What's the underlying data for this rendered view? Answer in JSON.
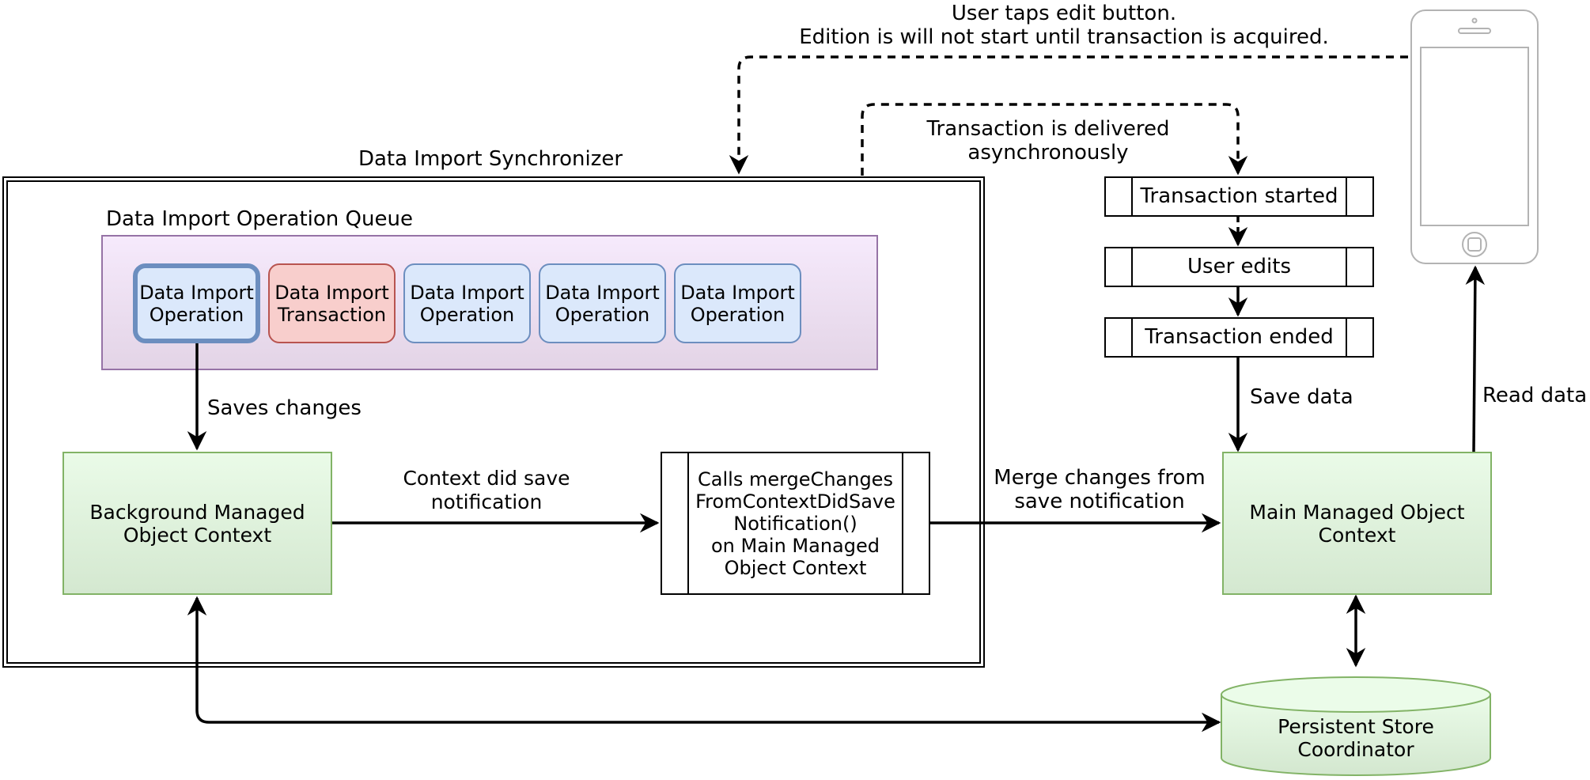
{
  "synchronizer": {
    "title": "Data Import Synchronizer"
  },
  "queue": {
    "title": "Data Import Operation Queue",
    "items": [
      {
        "label": "Data Import\nOperation",
        "kind": "operation",
        "active": true
      },
      {
        "label": "Data Import\nTransaction",
        "kind": "transaction",
        "active": false
      },
      {
        "label": "Data Import\nOperation",
        "kind": "operation",
        "active": false
      },
      {
        "label": "Data Import\nOperation",
        "kind": "operation",
        "active": false
      },
      {
        "label": "Data Import\nOperation",
        "kind": "operation",
        "active": false
      }
    ]
  },
  "nodes": {
    "background_context": "Background Managed\nObject Context",
    "merge_call": "Calls mergeChanges\nFromContextDidSave\nNotification()\non Main Managed\nObject Context",
    "main_context": "Main Managed Object\nContext",
    "persistent_store": "Persistent Store\nCoordinator",
    "transaction_started": "Transaction started",
    "user_edits": "User edits",
    "transaction_ended": "Transaction ended"
  },
  "edge_labels": {
    "saves_changes": "Saves changes",
    "context_did_save": "Context did save\nnotification",
    "merge_changes": "Merge changes from\nsave notification",
    "save_data": "Save data",
    "read_data": "Read data",
    "transaction_delivered": "Transaction is delivered\nasynchronously",
    "user_taps": "User taps edit button.\nEdition is will not start until transaction is acquired."
  },
  "icons": {
    "device": "smartphone-icon"
  },
  "colors": {
    "operation_fill": "#dae8fc",
    "operation_stroke": "#6c8ebf",
    "transaction_fill": "#f8cecc",
    "transaction_stroke": "#b85450",
    "context_fill": "#d5e8d4",
    "context_stroke": "#82b366",
    "queue_fill": "#e1d5e7",
    "queue_stroke": "#9673a6"
  }
}
